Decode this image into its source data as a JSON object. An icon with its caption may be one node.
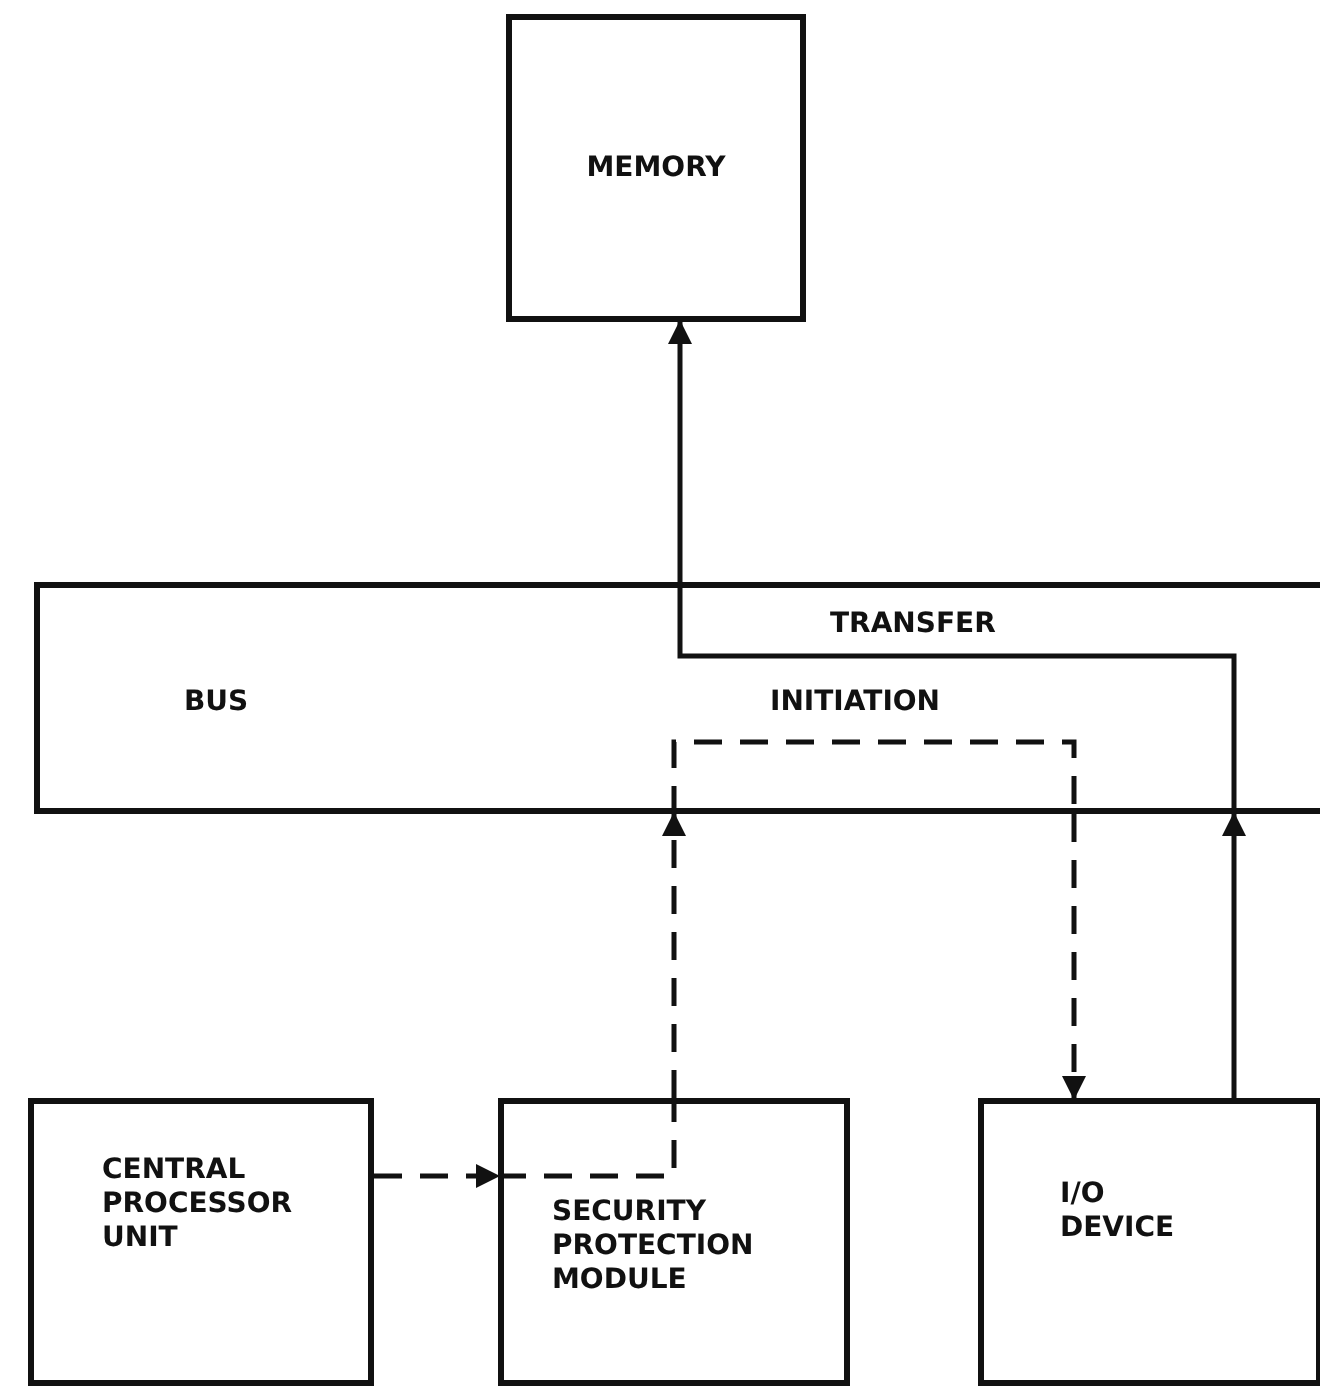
{
  "diagram": {
    "nodes": [
      {
        "text": [
          "MEMORY"
        ]
      },
      {
        "text": [
          "BUS",
          "TRANSFER",
          "INITIATION"
        ]
      },
      {
        "text": [
          "CENTRAL PROCESSOR UNIT"
        ]
      },
      {
        "text": [
          "SECURITY PROTECTION MODULE"
        ]
      },
      {
        "text": [
          "I/O DEVICE"
        ]
      }
    ],
    "edges": [
      {
        "from": 2,
        "to": 3,
        "arrow": "to",
        "style": "dashed"
      },
      {
        "from": 3,
        "to": 1,
        "arrow": "to",
        "style": "dashed"
      },
      {
        "from": 1,
        "to": 4,
        "arrow": "to",
        "style": "dashed"
      },
      {
        "from": 4,
        "to": 1,
        "arrow": "to"
      },
      {
        "from": 1,
        "to": 0,
        "arrow": "to"
      }
    ]
  }
}
